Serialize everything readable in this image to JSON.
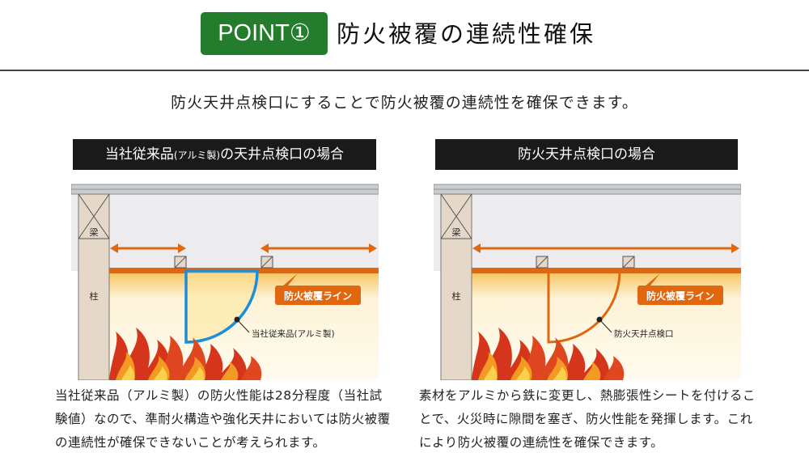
{
  "header": {
    "badge": "POINT①",
    "title": "防火被覆の連続性確保"
  },
  "subtitle": "防火天井点検口にすることで防火被覆の連続性を確保できます。",
  "colors": {
    "green": "#237d2d",
    "orange": "#e0670f",
    "blue": "#1a8ed8"
  },
  "panels": [
    {
      "heading_a": "当社従来品",
      "heading_small": "(アルミ製)",
      "heading_b": "の天井点検口の場合",
      "beam_label": "梁",
      "column_label": "柱",
      "line_label": "防火被覆ライン",
      "callout": "当社従来品(アルミ製)",
      "description": "当社従来品（アルミ製）の防火性能は28分程度（当社試験値）なので、準耐火構造や強化天井においては防火被覆の連続性が確保できないことが考えられます。"
    },
    {
      "heading": "防火天井点検口の場合",
      "beam_label": "梁",
      "column_label": "柱",
      "line_label": "防火被覆ライン",
      "callout": "防火天井点検口",
      "description": "素材をアルミから鉄に変更し、熱膨張性シートを付けることで、火災時に隙間を塞ぎ、防火性能を発揮します。これにより防火被覆の連続性を確保できます。"
    }
  ]
}
